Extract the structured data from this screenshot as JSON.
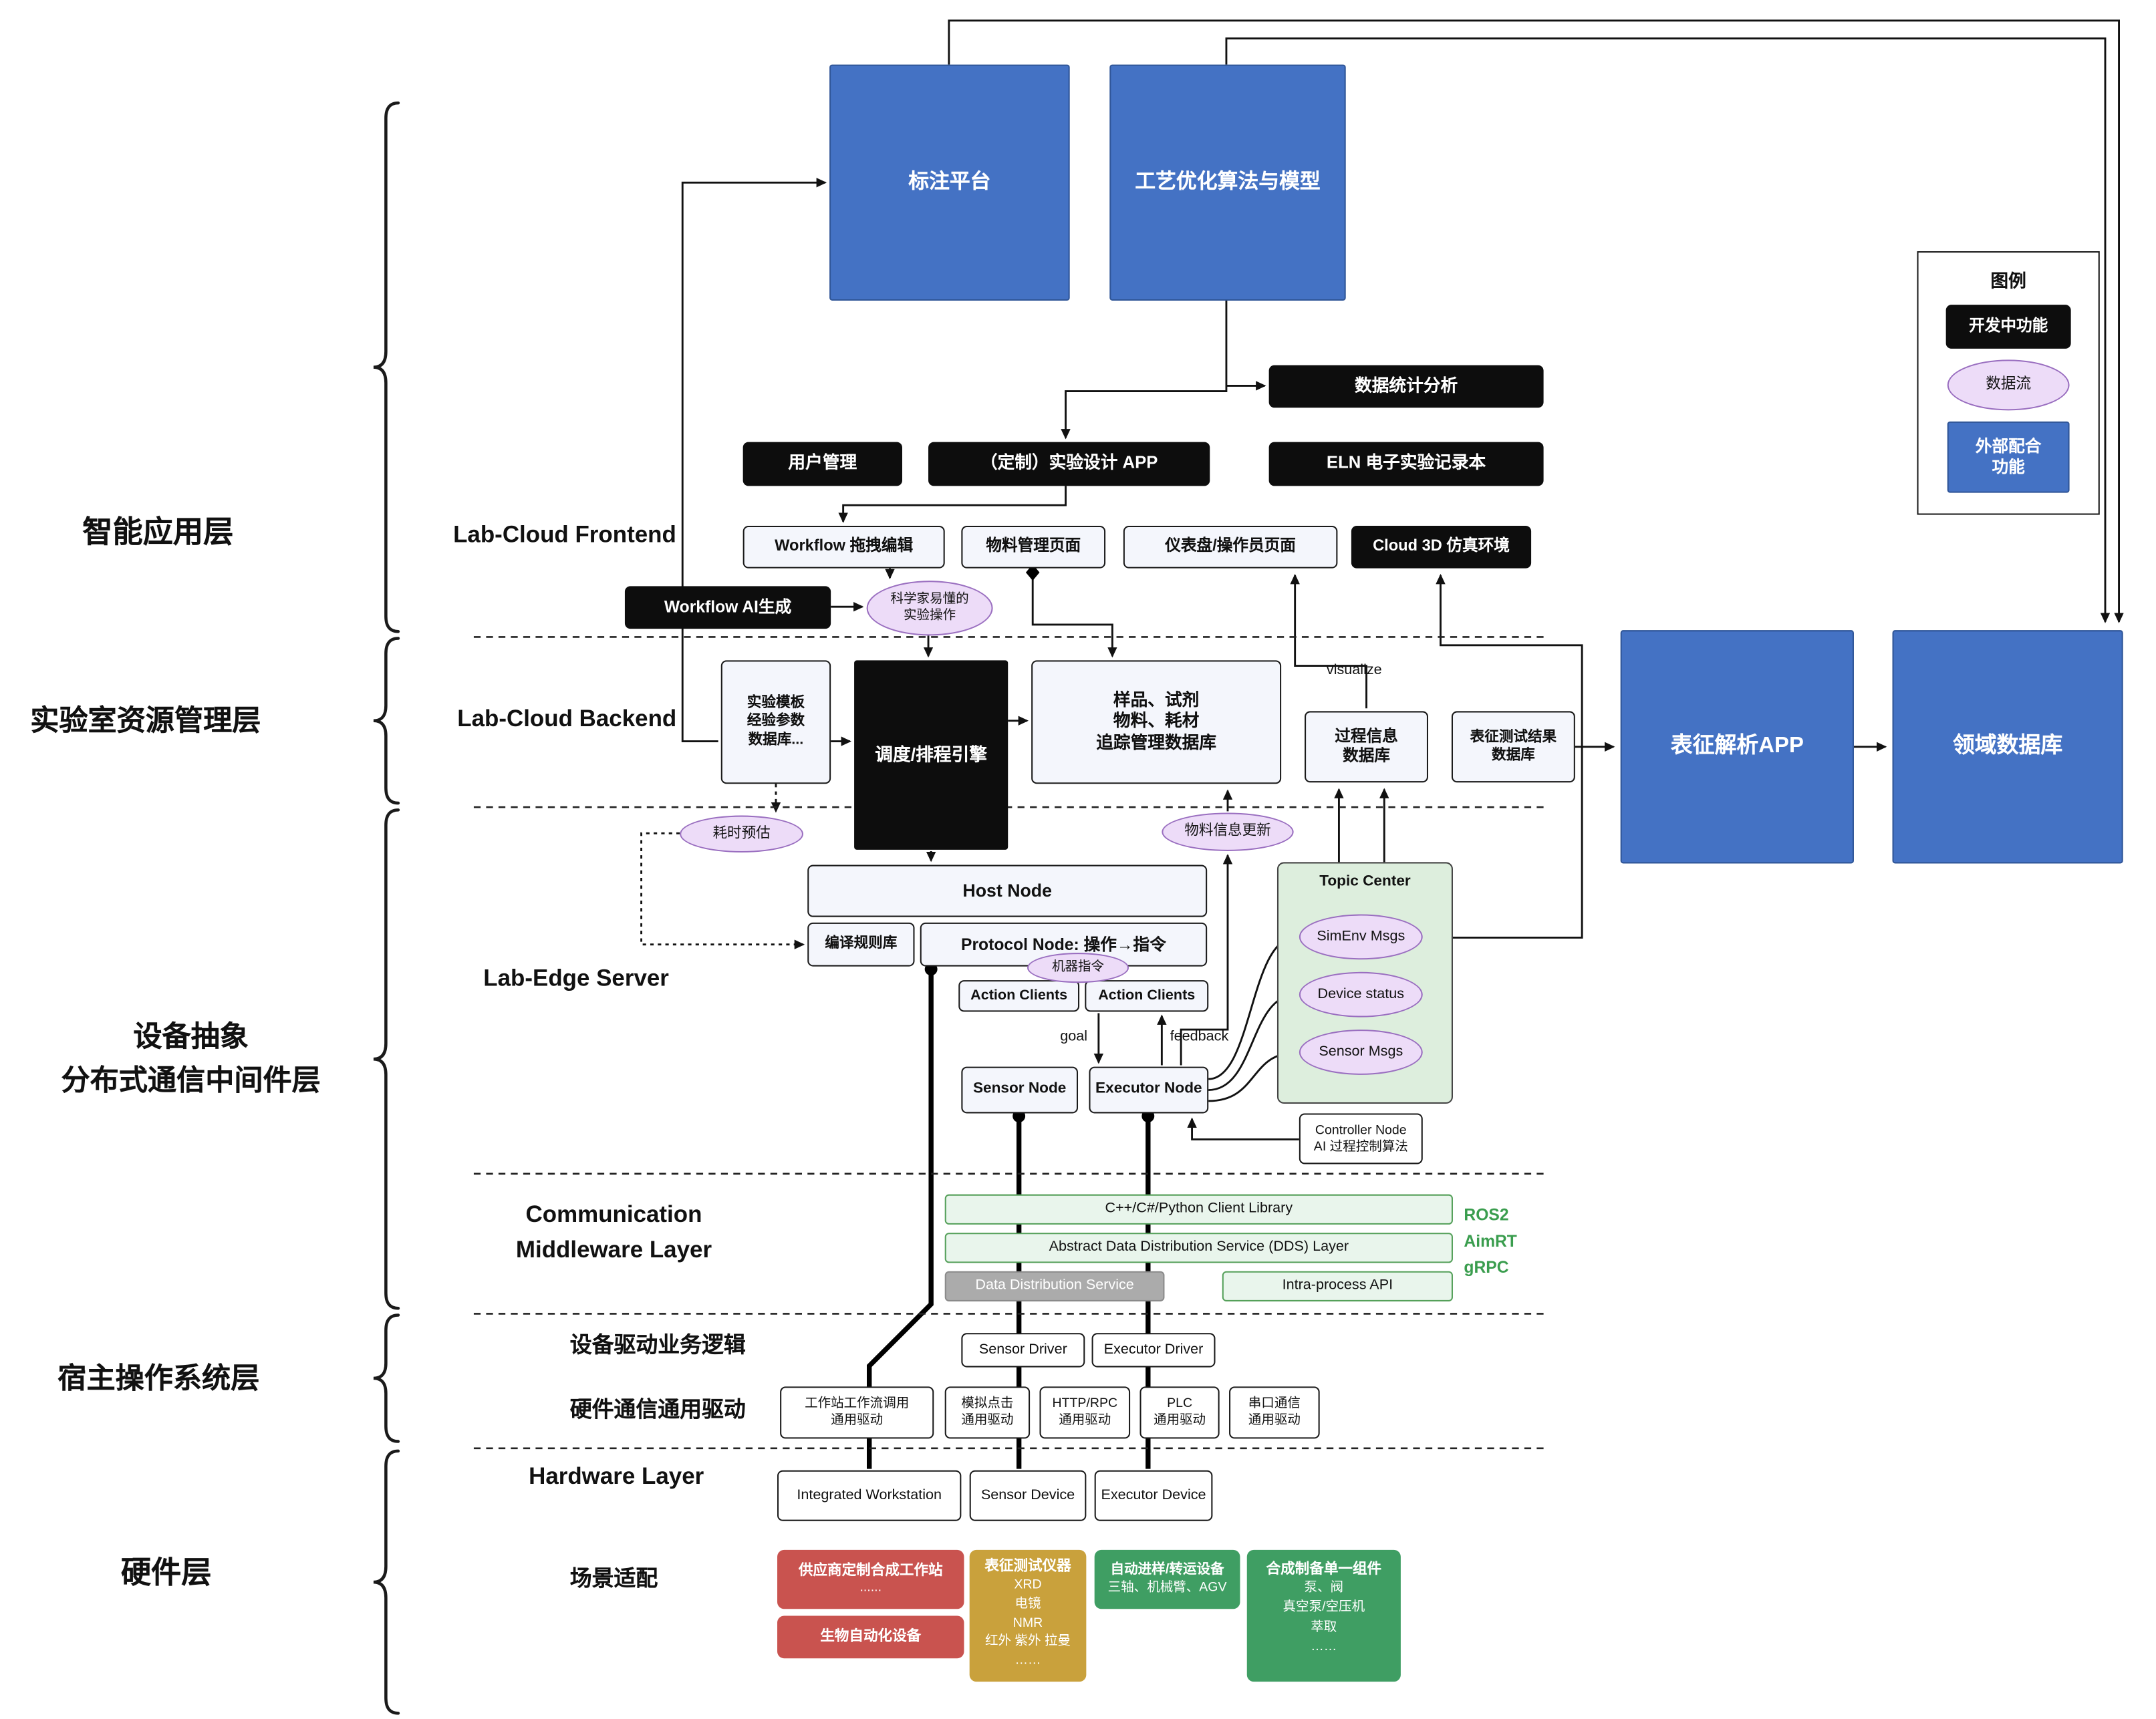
{
  "colors": {
    "brand_blue": "#4472c4",
    "dev_black": "#0d0d0d",
    "dataflow_purple": "#eddcf8",
    "middleware_green": "#e9f5ec",
    "hardware_red": "#c9534f",
    "hardware_gold": "#c9a13c",
    "hardware_green": "#3f9e63",
    "ros_green": "#3a9d4e"
  },
  "top": {
    "annotation": "标注平台",
    "process_model": "工艺优化算法与模型"
  },
  "legend": {
    "title": "图例",
    "in_dev": "开发中功能",
    "data_flow": "数据流",
    "external": "外部配合\n功能"
  },
  "side": {
    "app_layer": "智能应用层",
    "resource_layer": "实验室资源管理层",
    "middleware_layer": "设备抽象\n分布式通信中间件层",
    "host_os_layer": "宿主操作系统层",
    "hardware_layer": "硬件层"
  },
  "frontend": {
    "label": "Lab-Cloud Frontend",
    "stats": "数据统计分析",
    "user_mgmt": "用户管理",
    "custom_app": "（定制）实验设计 APP",
    "eln": "ELN 电子实验记录本",
    "workflow_edit": "Workflow 拖拽编辑",
    "material_page": "物料管理页面",
    "dashboard": "仪表盘/操作员页面",
    "cloud3d": "Cloud 3D 仿真环境",
    "workflow_ai": "Workflow AI生成",
    "sci_ops": "科学家易懂的\n实验操作"
  },
  "backend": {
    "label": "Lab-Cloud Backend",
    "template_db": "实验模板\n经验参数\n数据库...",
    "scheduler": "调度/排程引擎",
    "sample_db": "样品、试剂\n物料、耗材\n追踪管理数据库",
    "visualize": "visualize",
    "process_db": "过程信息\n数据库",
    "charact_db": "表征测试结果\n数据库",
    "charact_app": "表征解析APP",
    "domain_db": "领域数据库"
  },
  "edge": {
    "label": "Lab-Edge Server",
    "time_estimate": "耗时预估",
    "material_update": "物料信息更新",
    "host_node": "Host Node",
    "rule_lib": "编译规则库",
    "protocol_node": "Protocol Node: 操作→指令",
    "machine_cmd": "机器指令",
    "action_clients_left": "Action Clients",
    "action_clients_right": "Action Clients",
    "goal": "goal",
    "feedback": "feedback",
    "sensor_node": "Sensor Node",
    "executor_node": "Executor Node",
    "topic_center": "Topic Center",
    "topic_1": "SimEnv Msgs",
    "topic_2": "Device status",
    "topic_3": "Sensor Msgs",
    "controller": "Controller Node\nAI 过程控制算法"
  },
  "comm": {
    "label": "Communication\nMiddleware Layer",
    "client_lib": "C++/C#/Python Client Library",
    "dds_layer": "Abstract Data Distribution Service (DDS) Layer",
    "dds_service": "Data Distribution Service",
    "intra_api": "Intra-process API",
    "stack": "ROS2\nAimRT\ngRPC"
  },
  "host_os": {
    "driver_logic": "设备驱动业务逻辑",
    "sensor_driver": "Sensor Driver",
    "executor_driver": "Executor Driver",
    "hw_comm": "硬件通信通用驱动",
    "drv_workstation": "工作站工作流调用\n通用驱动",
    "drv_click": "模拟点击\n通用驱动",
    "drv_http": "HTTP/RPC\n通用驱动",
    "drv_plc": "PLC\n通用驱动",
    "drv_serial": "串口通信\n通用驱动"
  },
  "hardware": {
    "label": "Hardware Layer",
    "workstation": "Integrated Workstation",
    "sensor_device": "Sensor Device",
    "executor_device": "Executor Device",
    "scenario": "场景适配",
    "vendor_title": "供应商定制合成工作站",
    "vendor_sub": "......",
    "bio": "生物自动化设备",
    "charact_title": "表征测试仪器",
    "charact_body": "XRD\n电镜\nNMR\n红外 紫外 拉曼\n……",
    "transfer_title": "自动进样/转运设备",
    "transfer_sub": "三轴、机械臂、AGV",
    "synth_title": "合成制备单一组件",
    "synth_body": "泵、阀\n真空泵/空压机\n萃取\n……"
  }
}
